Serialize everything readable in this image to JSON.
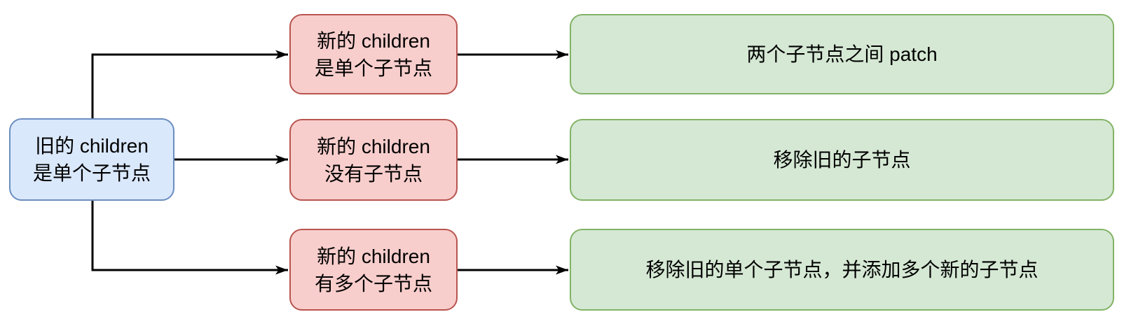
{
  "colors": {
    "background": "#ffffff",
    "text": "#000000",
    "arrow": "#000000",
    "root_fill": "#dae8fc",
    "root_border": "#6c8ebf",
    "condition_fill": "#f8cecc",
    "condition_border": "#b85450",
    "result_fill": "#d5e8d4",
    "result_border": "#82b366"
  },
  "root_node": {
    "line1": "旧的 children",
    "line2": "是单个子节点"
  },
  "rows": [
    {
      "condition": {
        "line1": "新的 children",
        "line2": "是单个子节点"
      },
      "result": "两个子节点之间 patch"
    },
    {
      "condition": {
        "line1": "新的 children",
        "line2": "没有子节点"
      },
      "result": "移除旧的子节点"
    },
    {
      "condition": {
        "line1": "新的 children",
        "line2": "有多个子节点"
      },
      "result": "移除旧的单个子节点，并添加多个新的子节点"
    }
  ]
}
